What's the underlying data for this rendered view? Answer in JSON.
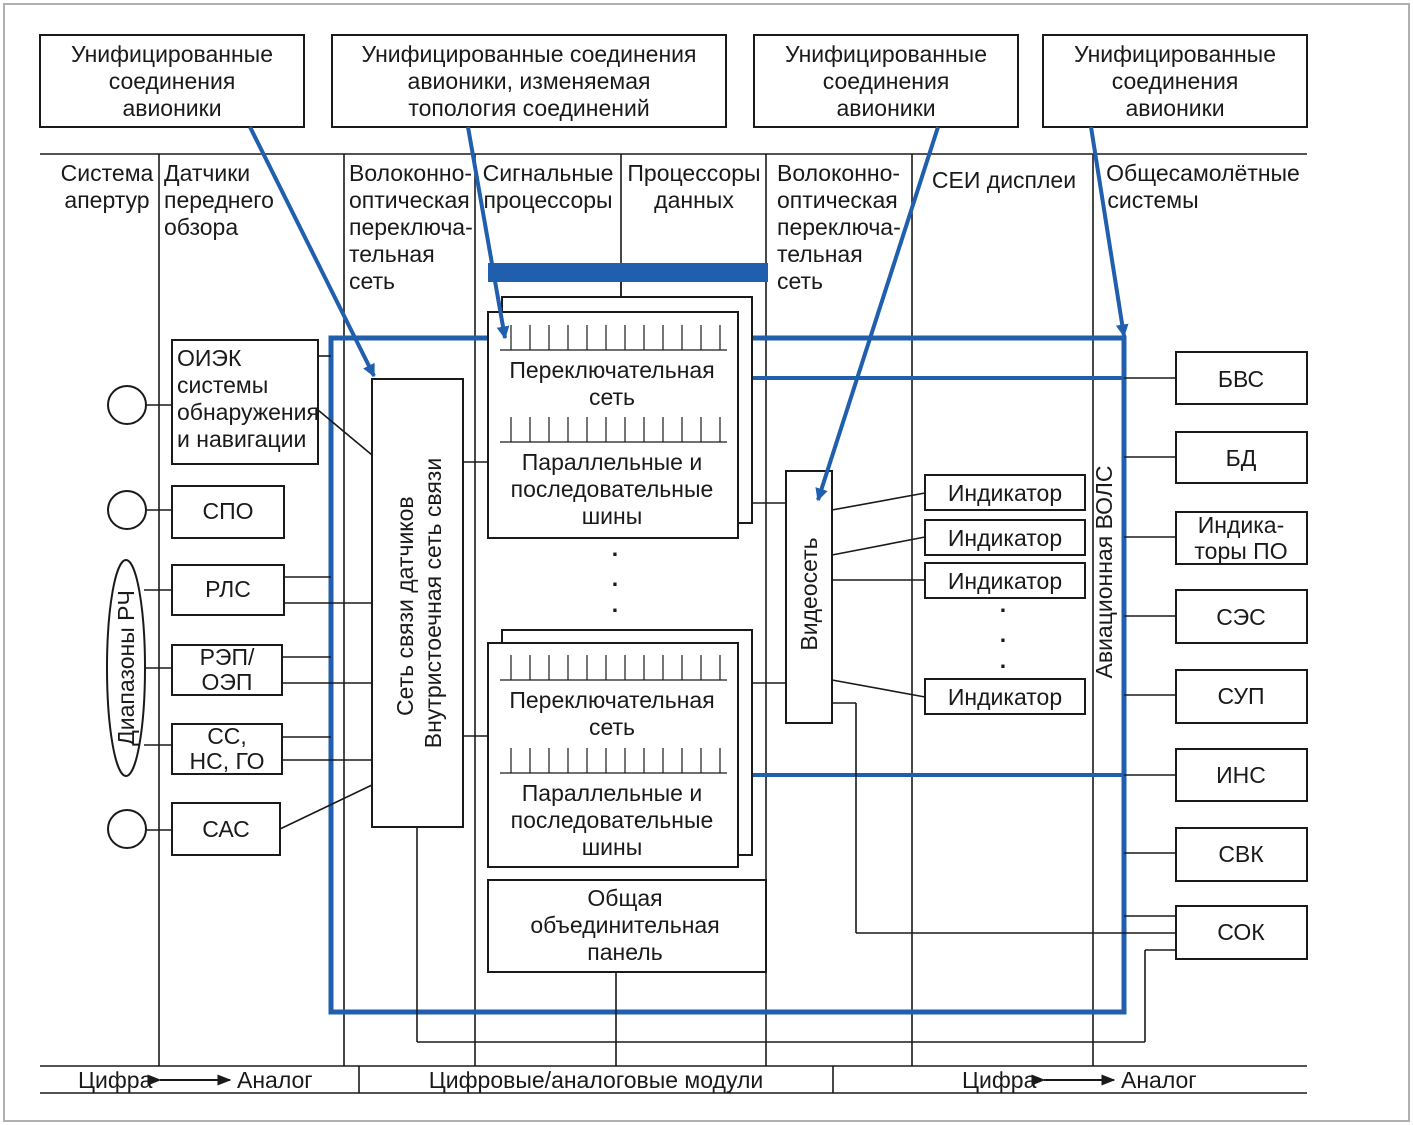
{
  "colors": {
    "accent": "#1f5fae",
    "ink": "#1a1a1a",
    "frame": "#b0b0b0"
  },
  "top_boxes": [
    [
      "Унифицированные",
      "соединения",
      "авионики"
    ],
    [
      "Унифицированные соединения",
      "авионики, изменяемая",
      "топология соединений"
    ],
    [
      "Унифицированные",
      "соединения",
      "авионики"
    ],
    [
      "Унифицированные",
      "соединения",
      "авионики"
    ]
  ],
  "columns": {
    "aperture": [
      "Система",
      "апертур"
    ],
    "forward": [
      "Датчики",
      "переднего",
      "обзора"
    ],
    "fiber1": [
      "Волоконно-",
      "оптическая",
      "переключа-",
      "тельная",
      "сеть"
    ],
    "signal": [
      "Сигнальные",
      "процессоры"
    ],
    "data": [
      "Процессоры",
      "данных"
    ],
    "fiber2": [
      "Волоконно-",
      "оптическая",
      "переключа-",
      "тельная",
      "сеть"
    ],
    "displays": [
      "СЕИ дисплеи"
    ],
    "aircraft": [
      "Общесамолётные",
      "системы"
    ]
  },
  "sensors": {
    "oiek": [
      "ОИЭК",
      "системы",
      "обнаружения",
      "и навигации"
    ],
    "spo": "СПО",
    "rls": "РЛС",
    "rep": [
      "РЭП/",
      "ОЭП"
    ],
    "ss": [
      "СС,",
      "НС, ГО"
    ],
    "sas": "САС",
    "rf_bands": "Диапазоны РЧ"
  },
  "sensor_net": [
    "Сеть связи датчиков",
    "Внутристоечная сеть связи"
  ],
  "switch_module": {
    "switch": [
      "Переключательная",
      "сеть"
    ],
    "bus": [
      "Параллельные и",
      "последовательные",
      "шины"
    ]
  },
  "dots": [
    ".",
    ".",
    "."
  ],
  "common_panel": [
    "Общая",
    "объединительная",
    "панель"
  ],
  "video_net": "Видеосеть",
  "indicator": "Индикатор",
  "avionics_fiber": "Авиационная ВОЛС",
  "systems": [
    [
      "БВС"
    ],
    [
      "БД"
    ],
    [
      "Индика-",
      "торы ПО"
    ],
    [
      "СЭС"
    ],
    [
      "СУП"
    ],
    [
      "ИНС"
    ],
    [
      "СВК"
    ],
    [
      "СОК"
    ]
  ],
  "bottom": {
    "left_a": "Цифра",
    "left_b": "Аналог",
    "middle": "Цифровые/аналоговые модули",
    "right_a": "Цифра",
    "right_b": "Аналог"
  }
}
